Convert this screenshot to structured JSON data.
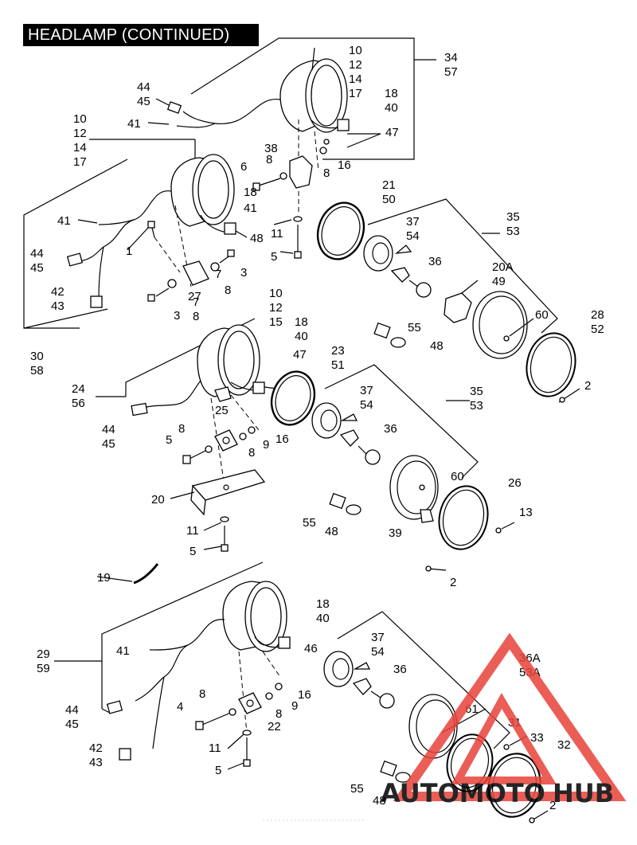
{
  "title": "HEADLAMP (CONTINUED)",
  "callouts": [
    {
      "id": "c1",
      "lines": [
        "10",
        "12",
        "14",
        "17"
      ]
    },
    {
      "id": "c2",
      "lines": [
        "34",
        "57"
      ]
    },
    {
      "id": "c3",
      "lines": [
        "44",
        "45"
      ]
    },
    {
      "id": "c4",
      "lines": [
        "41"
      ]
    },
    {
      "id": "c5",
      "lines": [
        "18",
        "40"
      ]
    },
    {
      "id": "c6",
      "lines": [
        "47"
      ]
    },
    {
      "id": "c7",
      "lines": [
        "10",
        "12",
        "14",
        "17"
      ]
    },
    {
      "id": "c8",
      "lines": [
        "38"
      ]
    },
    {
      "id": "c9",
      "lines": [
        "6"
      ]
    },
    {
      "id": "c10",
      "lines": [
        "8"
      ]
    },
    {
      "id": "c11",
      "lines": [
        "8"
      ]
    },
    {
      "id": "c12",
      "lines": [
        "16"
      ]
    },
    {
      "id": "c13",
      "lines": [
        "18"
      ]
    },
    {
      "id": "c14",
      "lines": [
        "41"
      ]
    },
    {
      "id": "c15",
      "lines": [
        "21",
        "50"
      ]
    },
    {
      "id": "c16",
      "lines": [
        "41"
      ]
    },
    {
      "id": "c17",
      "lines": [
        "48"
      ]
    },
    {
      "id": "c18",
      "lines": [
        "11"
      ]
    },
    {
      "id": "c19",
      "lines": [
        "5"
      ]
    },
    {
      "id": "c20",
      "lines": [
        "37",
        "54"
      ]
    },
    {
      "id": "c21",
      "lines": [
        "35",
        "53"
      ]
    },
    {
      "id": "c22",
      "lines": [
        "44",
        "45"
      ]
    },
    {
      "id": "c23",
      "lines": [
        "1"
      ]
    },
    {
      "id": "c24",
      "lines": [
        "3"
      ]
    },
    {
      "id": "c25",
      "lines": [
        "7"
      ]
    },
    {
      "id": "c26",
      "lines": [
        "8"
      ]
    },
    {
      "id": "c27",
      "lines": [
        "27"
      ]
    },
    {
      "id": "c28",
      "lines": [
        "36"
      ]
    },
    {
      "id": "c29",
      "lines": [
        "20A",
        "49"
      ]
    },
    {
      "id": "c30",
      "lines": [
        "42",
        "43"
      ]
    },
    {
      "id": "c31",
      "lines": [
        "3"
      ]
    },
    {
      "id": "c32",
      "lines": [
        "7",
        "8"
      ]
    },
    {
      "id": "c33",
      "lines": [
        "60"
      ]
    },
    {
      "id": "c34",
      "lines": [
        "28",
        "52"
      ]
    },
    {
      "id": "c35",
      "lines": [
        "10",
        "12",
        "15"
      ]
    },
    {
      "id": "c36",
      "lines": [
        "18",
        "40"
      ]
    },
    {
      "id": "c37",
      "lines": [
        "55"
      ]
    },
    {
      "id": "c38",
      "lines": [
        "48"
      ]
    },
    {
      "id": "c39",
      "lines": [
        "30",
        "58"
      ]
    },
    {
      "id": "c40",
      "lines": [
        "47"
      ]
    },
    {
      "id": "c41",
      "lines": [
        "23",
        "51"
      ]
    },
    {
      "id": "c42",
      "lines": [
        "24",
        "56"
      ]
    },
    {
      "id": "c43",
      "lines": [
        "37",
        "54"
      ]
    },
    {
      "id": "c44",
      "lines": [
        "35",
        "53"
      ]
    },
    {
      "id": "c45",
      "lines": [
        "2"
      ]
    },
    {
      "id": "c46",
      "lines": [
        "44",
        "45"
      ]
    },
    {
      "id": "c47",
      "lines": [
        "25"
      ]
    },
    {
      "id": "c48",
      "lines": [
        "8"
      ]
    },
    {
      "id": "c49",
      "lines": [
        "16"
      ]
    },
    {
      "id": "c50",
      "lines": [
        "36"
      ]
    },
    {
      "id": "c51",
      "lines": [
        "5"
      ]
    },
    {
      "id": "c52",
      "lines": [
        "8"
      ]
    },
    {
      "id": "c53",
      "lines": [
        "9"
      ]
    },
    {
      "id": "c54",
      "lines": [
        "60"
      ]
    },
    {
      "id": "c55",
      "lines": [
        "26"
      ]
    },
    {
      "id": "c56",
      "lines": [
        "20"
      ]
    },
    {
      "id": "c57",
      "lines": [
        "55"
      ]
    },
    {
      "id": "c58",
      "lines": [
        "48"
      ]
    },
    {
      "id": "c59",
      "lines": [
        "39"
      ]
    },
    {
      "id": "c60",
      "lines": [
        "13"
      ]
    },
    {
      "id": "c61",
      "lines": [
        "11"
      ]
    },
    {
      "id": "c62",
      "lines": [
        "5"
      ]
    },
    {
      "id": "c63",
      "lines": [
        "19"
      ]
    },
    {
      "id": "c64",
      "lines": [
        "2"
      ]
    },
    {
      "id": "c65",
      "lines": [
        "18",
        "40"
      ]
    },
    {
      "id": "c66",
      "lines": [
        "29",
        "59"
      ]
    },
    {
      "id": "c67",
      "lines": [
        "41"
      ]
    },
    {
      "id": "c68",
      "lines": [
        "46"
      ]
    },
    {
      "id": "c69",
      "lines": [
        "37",
        "54"
      ]
    },
    {
      "id": "c70",
      "lines": [
        "36A",
        "53A"
      ]
    },
    {
      "id": "c71",
      "lines": [
        "36"
      ]
    },
    {
      "id": "c72",
      "lines": [
        "44",
        "45"
      ]
    },
    {
      "id": "c73",
      "lines": [
        "8"
      ]
    },
    {
      "id": "c74",
      "lines": [
        "16"
      ]
    },
    {
      "id": "c75",
      "lines": [
        "4"
      ]
    },
    {
      "id": "c76",
      "lines": [
        "8"
      ]
    },
    {
      "id": "c77",
      "lines": [
        "9"
      ]
    },
    {
      "id": "c78",
      "lines": [
        "22"
      ]
    },
    {
      "id": "c79",
      "lines": [
        "61"
      ]
    },
    {
      "id": "c80",
      "lines": [
        "31"
      ]
    },
    {
      "id": "c81",
      "lines": [
        "42",
        "43"
      ]
    },
    {
      "id": "c82",
      "lines": [
        "33"
      ]
    },
    {
      "id": "c83",
      "lines": [
        "11"
      ]
    },
    {
      "id": "c84",
      "lines": [
        "32"
      ]
    },
    {
      "id": "c85",
      "lines": [
        "5"
      ]
    },
    {
      "id": "c86",
      "lines": [
        "55"
      ]
    },
    {
      "id": "c87",
      "lines": [
        "48"
      ]
    },
    {
      "id": "c88",
      "lines": [
        "2"
      ]
    }
  ],
  "watermark": {
    "text_a": "AUTOMOTO",
    "text_b": "HUB",
    "color_triangle": "#e8433a",
    "color_text_a": "#f5c84a",
    "color_text_b": "#555555"
  }
}
